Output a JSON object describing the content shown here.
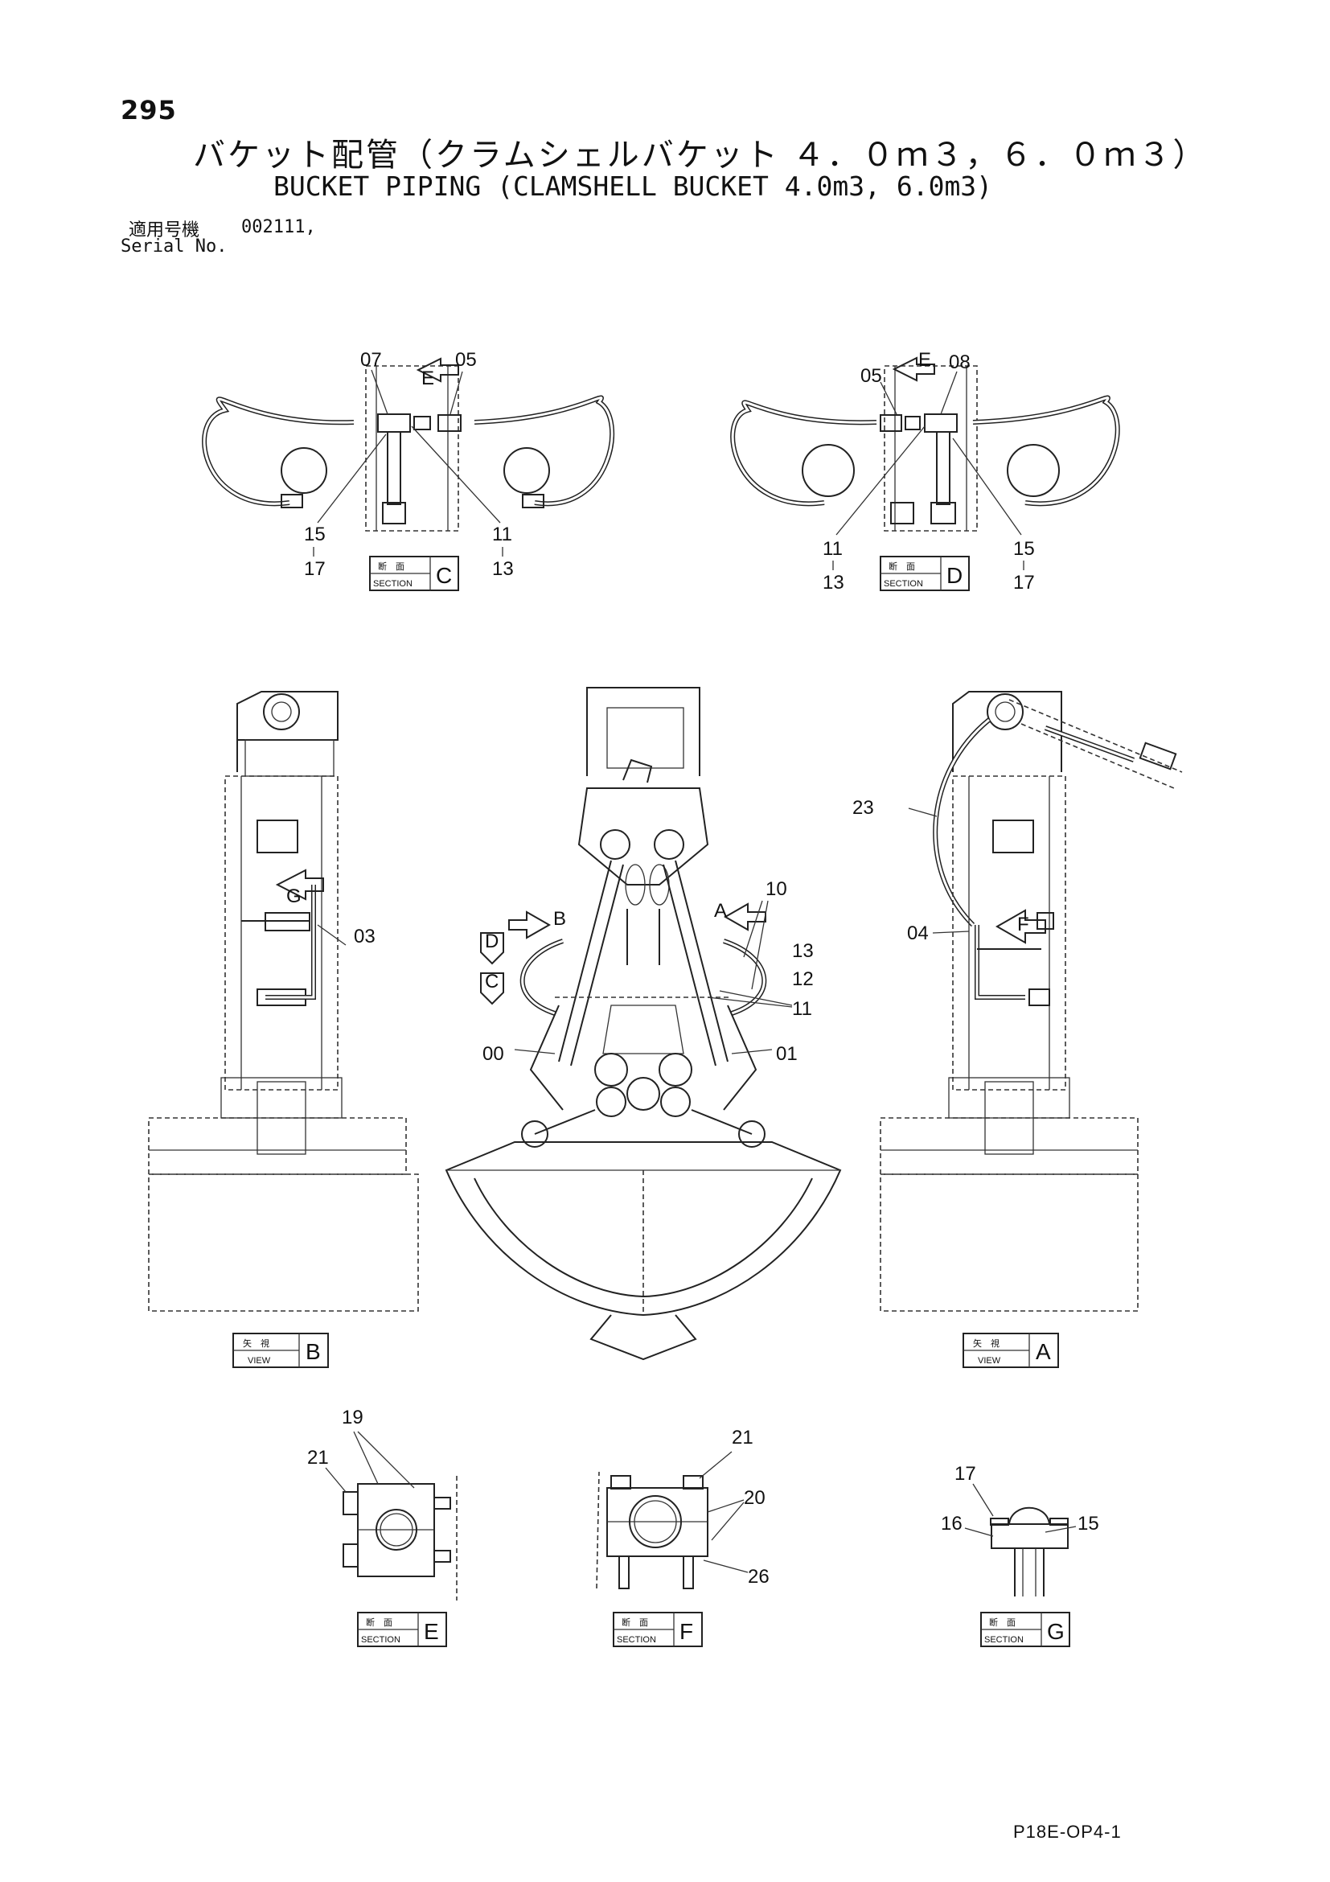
{
  "header": {
    "page_number": "295",
    "title_jp": "バケット配管（クラムシェルバケット ４．０ｍ３，６．０ｍ３）",
    "title_en": "BUCKET PIPING (CLAMSHELL BUCKET 4.0m3, 6.0m3)",
    "serial_label_jp": "適用号機",
    "serial_value": "002111,",
    "serial_label_en": "Serial No."
  },
  "footer": {
    "drawing_code": "P18E-OP4-1"
  },
  "view_tags": {
    "section_jp": "断　面",
    "section_en": "SECTION",
    "view_jp": "矢　視",
    "view_en": "VIEW",
    "section_c": "C",
    "section_d": "D",
    "section_e": "E",
    "section_f": "F",
    "section_g": "G",
    "view_a": "A",
    "view_b": "B"
  },
  "arrows": {
    "a": "A",
    "b": "B",
    "c": "C",
    "d": "D",
    "e": "E",
    "f": "F",
    "g": "G"
  },
  "callouts": {
    "p00": "00",
    "p01": "01",
    "p03": "03",
    "p04": "04",
    "p05": "05",
    "p07": "07",
    "p08": "08",
    "p10": "10",
    "p11": "11",
    "p12": "12",
    "p13": "13",
    "p15": "15",
    "p16": "16",
    "p17": "17",
    "p19": "19",
    "p20": "20",
    "p21": "21",
    "p23": "23",
    "p26": "26"
  }
}
